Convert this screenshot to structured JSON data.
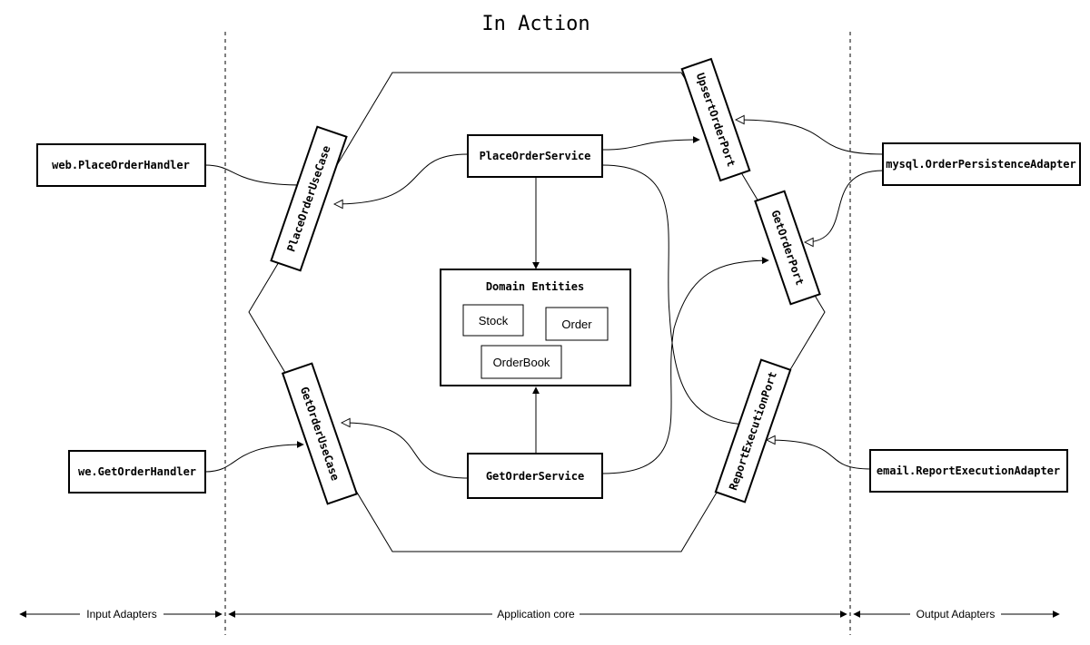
{
  "title": "In Action",
  "input_adapters": [
    {
      "id": "web-place-order-handler",
      "label": "web.PlaceOrderHandler"
    },
    {
      "id": "we-get-order-handler",
      "label": "we.GetOrderHandler"
    }
  ],
  "output_adapters": [
    {
      "id": "mysql-order-persistence-adapter",
      "label": "mysql.OrderPersistenceAdapter"
    },
    {
      "id": "email-report-execution-adapter",
      "label": "email.ReportExecutionAdapter"
    }
  ],
  "use_cases": [
    {
      "id": "place-order-use-case",
      "label": "PlaceOrderUseCase"
    },
    {
      "id": "get-order-use-case",
      "label": "GetOrderUseCase"
    }
  ],
  "ports": [
    {
      "id": "upsert-order-port",
      "label": "UpsertOrderPort"
    },
    {
      "id": "get-order-port",
      "label": "GetOrderPort"
    },
    {
      "id": "report-execution-port",
      "label": "ReportExecutionPort"
    }
  ],
  "services": [
    {
      "id": "place-order-service",
      "label": "PlaceOrderService"
    },
    {
      "id": "get-order-service",
      "label": "GetOrderService"
    }
  ],
  "domain": {
    "title": "Domain Entities",
    "entities": [
      "Stock",
      "Order",
      "OrderBook"
    ]
  },
  "layers": {
    "input": "Input Adapters",
    "core": "Application core",
    "output": "Output Adapters"
  }
}
